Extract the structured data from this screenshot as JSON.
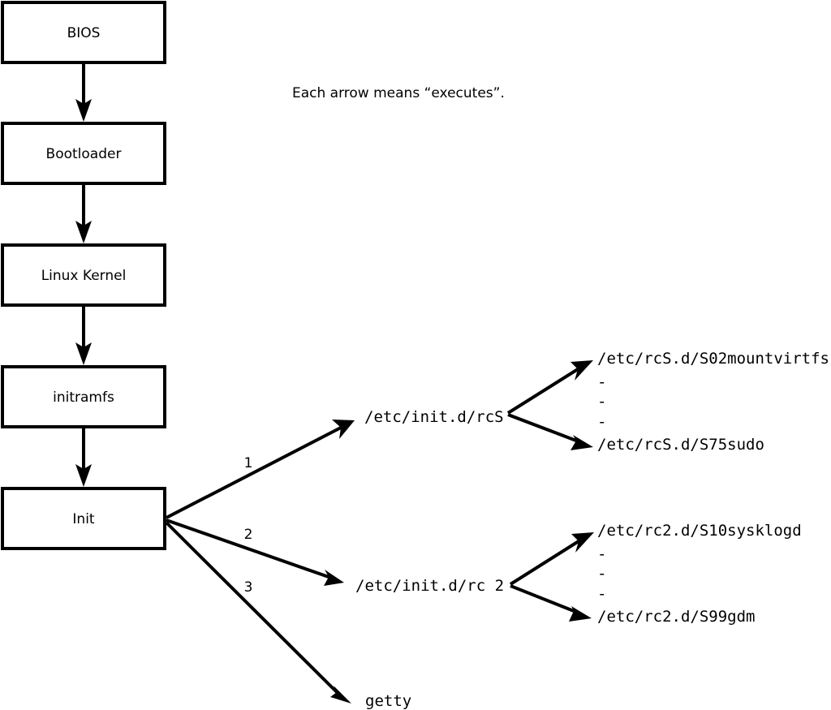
{
  "diagram": {
    "title": "Linux boot process flowchart",
    "caption": "Each arrow means “executes”.",
    "colors": {
      "stroke": "#000000",
      "background": "#ffffff",
      "text": "#000000"
    },
    "boot_chain": [
      {
        "id": "bios",
        "label": "BIOS"
      },
      {
        "id": "bootloader",
        "label": "Bootloader"
      },
      {
        "id": "kernel",
        "label": "Linux Kernel"
      },
      {
        "id": "initramfs",
        "label": "initramfs"
      },
      {
        "id": "init",
        "label": "Init"
      }
    ],
    "init_branches": [
      {
        "number": "1",
        "target": "/etc/init.d/rcS"
      },
      {
        "number": "2",
        "target": "/etc/init.d/rc 2"
      },
      {
        "number": "3",
        "target": "getty"
      }
    ],
    "rcS_scripts": {
      "first": "/etc/rcS.d/S02mountvirtfs",
      "ellipsis": [
        "-",
        "-",
        "-"
      ],
      "last": "/etc/rcS.d/S75sudo"
    },
    "rc2_scripts": {
      "first": "/etc/rc2.d/S10sysklogd",
      "ellipsis": [
        "-",
        "-",
        "-"
      ],
      "last": "/etc/rc2.d/S99gdm"
    }
  }
}
